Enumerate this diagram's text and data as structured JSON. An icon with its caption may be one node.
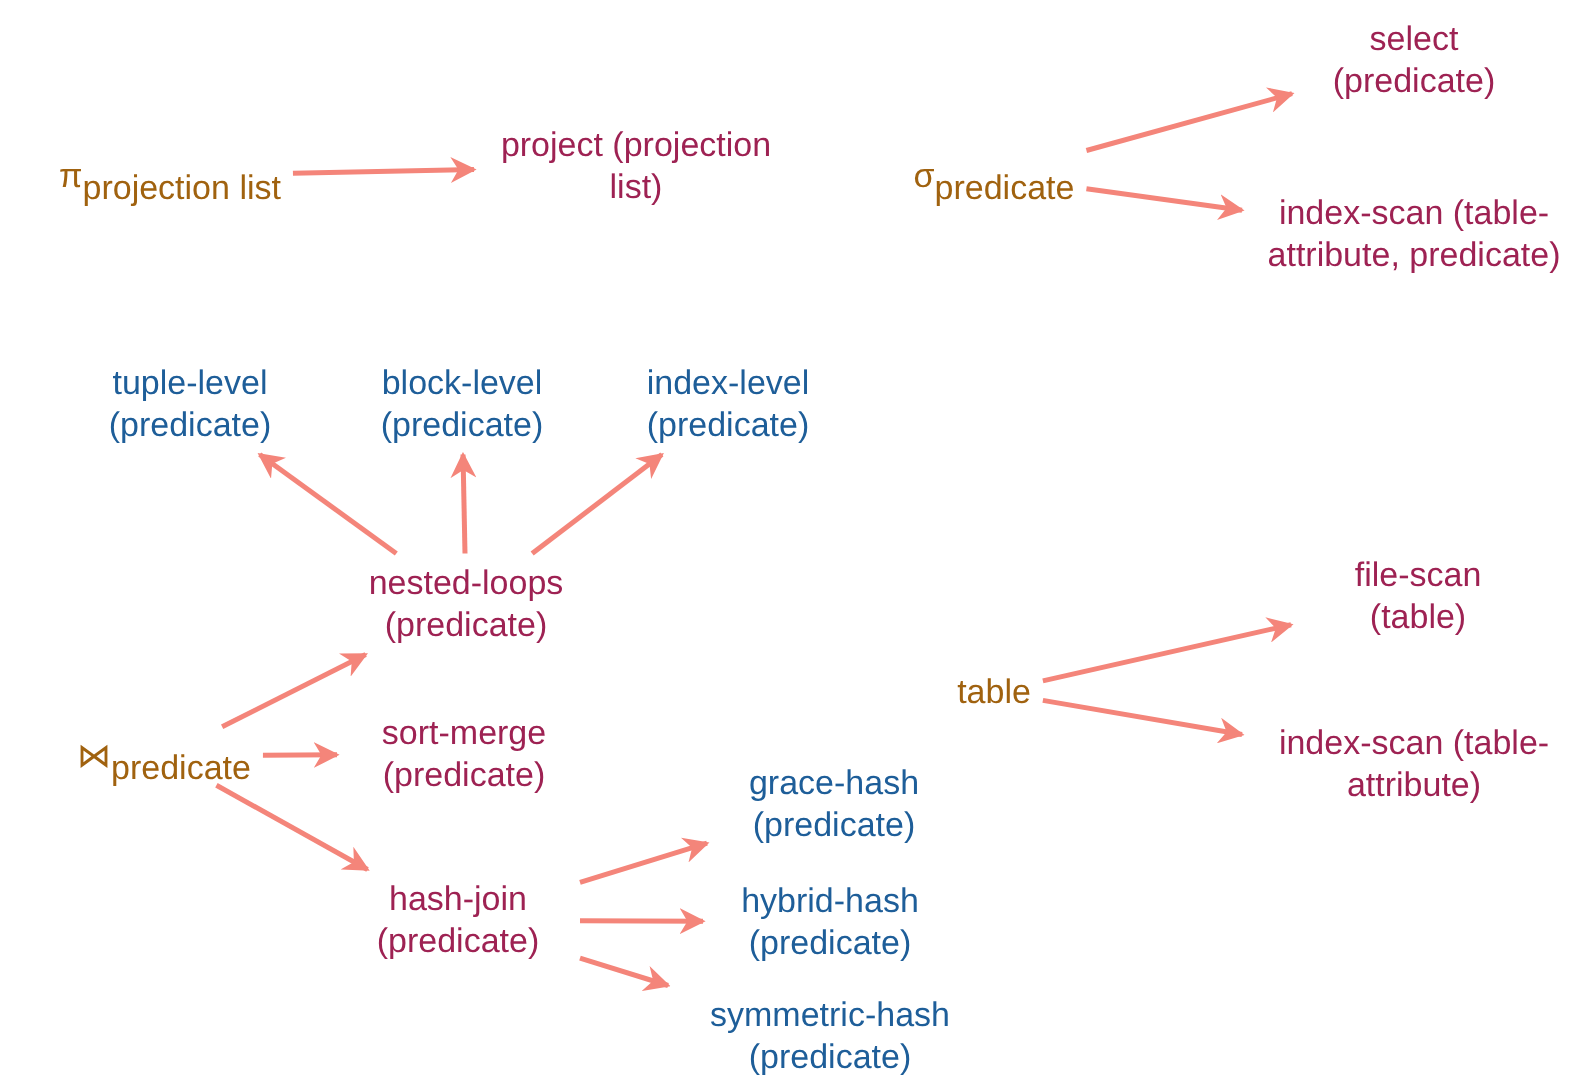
{
  "diagram": {
    "nodes": [
      {
        "text": [
          "π$_{projection list}$"
        ]
      },
      {
        "text": [
          "project (projection list)"
        ]
      },
      {
        "text": [
          "σ$_{predicate}$"
        ]
      },
      {
        "text": [
          "select (predicate)"
        ]
      },
      {
        "text": [
          "index-scan (table-attribute, predicate)"
        ]
      },
      {
        "text": [
          "tuple-level (predicate)"
        ]
      },
      {
        "text": [
          "block-level (predicate)"
        ]
      },
      {
        "text": [
          "index-level (predicate)"
        ]
      },
      {
        "text": [
          "nested-loops (predicate)"
        ]
      },
      {
        "text": [
          "⋈$_{predicate}$"
        ]
      },
      {
        "text": [
          "sort-merge (predicate)"
        ]
      },
      {
        "text": [
          "hash-join (predicate)"
        ]
      },
      {
        "text": [
          "grace-hash (predicate)"
        ]
      },
      {
        "text": [
          "hybrid-hash (predicate)"
        ]
      },
      {
        "text": [
          "symmetric-hash (predicate)"
        ]
      },
      {
        "text": [
          "table"
        ]
      },
      {
        "text": [
          "file-scan (table)"
        ]
      },
      {
        "text": [
          "index-scan (table-attribute)"
        ]
      }
    ],
    "edges": [
      {
        "from": 0,
        "to": 1,
        "arrow": "to"
      },
      {
        "from": 2,
        "to": 3,
        "arrow": "to"
      },
      {
        "from": 2,
        "to": 4,
        "arrow": "to"
      },
      {
        "from": 8,
        "to": 5,
        "arrow": "to"
      },
      {
        "from": 8,
        "to": 6,
        "arrow": "to"
      },
      {
        "from": 8,
        "to": 7,
        "arrow": "to"
      },
      {
        "from": 9,
        "to": 8,
        "arrow": "to"
      },
      {
        "from": 9,
        "to": 10,
        "arrow": "to"
      },
      {
        "from": 9,
        "to": 11,
        "arrow": "to"
      },
      {
        "from": 11,
        "to": 12,
        "arrow": "to"
      },
      {
        "from": 11,
        "to": 13,
        "arrow": "to"
      },
      {
        "from": 11,
        "to": 14,
        "arrow": "to"
      },
      {
        "from": 15,
        "to": 16,
        "arrow": "to"
      },
      {
        "from": 15,
        "to": 17,
        "arrow": "to"
      }
    ]
  }
}
